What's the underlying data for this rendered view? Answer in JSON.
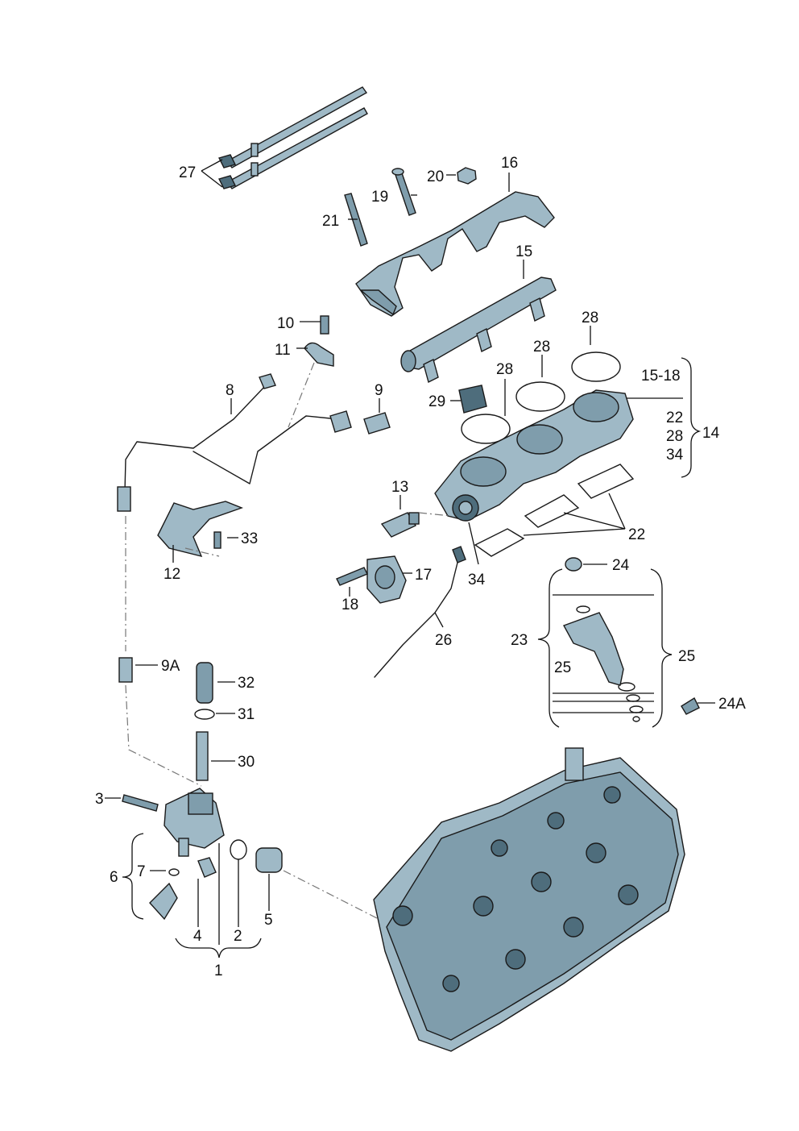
{
  "labels": {
    "l1": "1",
    "l2": "2",
    "l3": "3",
    "l4": "4",
    "l5": "5",
    "l6": "6",
    "l7": "7",
    "l8": "8",
    "l9": "9",
    "l9a": "9A",
    "l10": "10",
    "l11": "11",
    "l12": "12",
    "l13": "13",
    "l14": "14",
    "l15": "15",
    "l15_18": "15-18",
    "l16": "16",
    "l17": "17",
    "l18": "18",
    "l19": "19",
    "l20": "20",
    "l21": "21",
    "l22_a": "22",
    "l22_b": "22",
    "l23": "23",
    "l24": "24",
    "l24a": "24A",
    "l25_a": "25",
    "l25_b": "25",
    "l26": "26",
    "l27": "27",
    "l28_a": "28",
    "l28_b": "28",
    "l28_c": "28",
    "l29": "29",
    "l30": "30",
    "l31": "31",
    "l32": "32",
    "l33": "33",
    "l34_a": "34",
    "l34_b": "34"
  },
  "colors": {
    "part_fill": "#9fb9c6",
    "part_shade": "#7f9dac",
    "part_dark": "#4e6d7c",
    "line": "#111111"
  }
}
